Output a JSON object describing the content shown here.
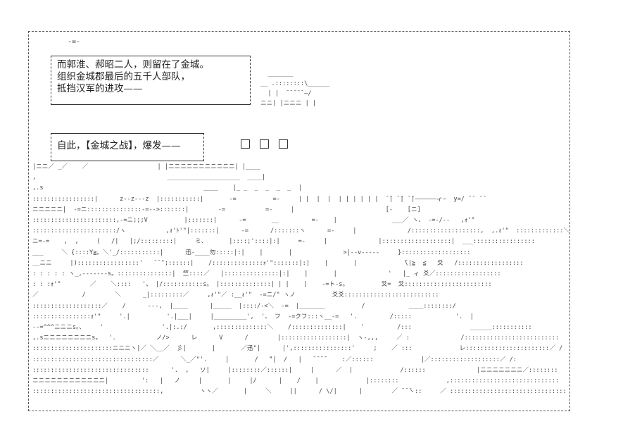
{
  "top_mark": "-=-",
  "narration_box_1": {
    "lines": [
      "而郭淮、郝昭二人，则留在了金城。",
      "组织金城郡最后的五千人部队，",
      "抵挡汉军的进攻——"
    ]
  },
  "narration_box_2": {
    "text": "自此，【金城之战】，爆发——"
  },
  "squares": [
    "□",
    "□",
    "□"
  ],
  "art_top": "  _______\n__ .::::::::\\______\n  | |  ̄ ̄ ̄ ̄ ̄ —/\nニニ| |ニニニ | |",
  "art_main": "|ニニ／ _／    ／                   | |ニニニニニニニニニニニ| |____\n,                                    ____________________  ____|\n,.s                                            ____    |_ _  _  _  _  _  |\n:::::::::::::::::|      z--z---z  |:::::::::::|       -=          =-     | |  |  |  | | | | | |  ̄ ̄| ̄ ̄| ̄ ̄|——————ィ—  y=/ ̄ ̄  ̄ ̄\nニニニニニ|  -=ニ:::::::::::::::-=-->:::::::|        -=           =-     |                         [-    [ニ]\n:::::::::::::::::::::::,-=ニ;;;V          |:::::::|      -=       __         =-    |               ___／ ヽ、 -=-/--   ,ｫ'\"\n:::::::::::::::::::::::/ヽ           ,ｫ'ﾄ'\"|:::::::|      -=      /:::::::ヽ      =-     |              /:::::::::::::::::::,  ,.ｫ'\"  :::::::::::::＼\nニ=-=    ,  ,     (   /|   |;/:::::::::|     ミ、      |::::;'::::|:|     =-     |              |:::::::::::::::::::|  ___:::::::::::::::::\n___     ＼ {::::Y≧。＼'_/:::::::::::|      迅-____勿:::::|:|    |       |              >|--v-----     }:::::::::::::::::::\n__ニニ     |):::::::::::::::::'   ̄ ̄ ̄';::::::|    /::::::::::::::ｫ'\":::::::|:|    |       |             ̄\\|≧  ≦   爻   /::::::::::::::::::\n: : : : : ヽ_,-------s。:::::::::::::::|  竺::::／   |:::::::::::::::|:|    |       |              '   |_ ィ 爻／::::::::::::::::::\n: : :ｫ'\"        ／    ＼::::   '、 |/:::::::::::s。 |::::::::::::::| | |    |    -=ト-s。         爻=  爻::::::::::::::::::::::::\n／            /        ＼      _|:::::::::／     ,ｫ'\"／ :__ｫ'\"  -=ニ/\" ヽノ          爻爻::::::::::::::::::::::::::\n:::::::::::::::::::／    /      ---,  |____      |_____  |::::/-<＼  -=  |_______          /            ____::::::::/\n::::::::::::::::ｫ'\"     '.|          '.|___|     |_________',  '、 フ  -=クフ:::ヽ__-=   '.         /:::::            '.  |\n--=^^^ニニニs。、    '                '.|:.:/       ,::::::::::::::＼    /::::::::::::::|    '         /:::                ______:::::::::::\n,.sニニニニニニニニs。  '.           ノ/>      レ      V      /        |::::::::::::::::::|  ヽ-,,,     ／ :              /::::::::::::::::::::::::::\n::::::::::::::::::::::ニニニヽ|／ ＼__／  彡|       |       ／迅\"|      |',::::::::::::::::'     ;    ／ :::             レ:::::::::::::::::::::::／ /\n:::::::::::::::::::::::::::::::::／      ＼_／\"'.     |       /   ̄\"|  /   |   ̄ ̄ ̄ ̄     :／::::::             |／:::::::::::::::::::／ /:\n::::::::::::::::::::::::::::::::      '.  ,   ソ|     |::::::::／::::::|     |      ／  |             /::::::              |ニニニニニニニ／::::::::\nニニニニニニニニニニニニ|         ':   |   ノ     |       |     |/      |    /    |             |::::::::             ,::::::::::::::::::::::::::::::\n:::::::::::::::::::::::::::::::::::,          ヽヽ／       |     ＼     ||      / \\/|      |        ／ ̄ ̄ ̄ヽ::     ／ ::::::::::::::::::::::::::::::::",
  "colors": {
    "frame": "#555555",
    "text": "#222222"
  }
}
